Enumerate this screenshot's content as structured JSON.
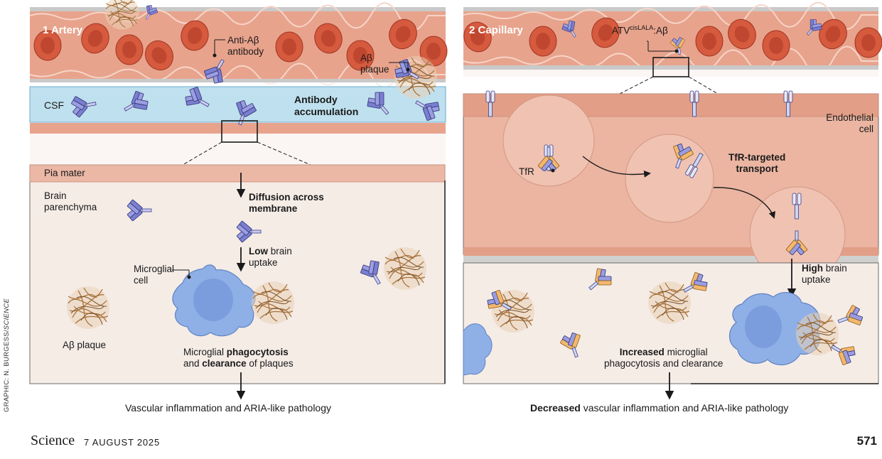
{
  "colors": {
    "vessel": "#e8a38c",
    "vessel_light": "#f3cbbc",
    "rbc": "#d85a40",
    "csf": "#bfe0ee",
    "tissue": "#f5ece6",
    "cell_body": "#f0c2b2",
    "microglia": "#8fb0e6",
    "antibody_purple": "#6e72c8",
    "antibody_orange": "#f0b46a",
    "plaque": "#b88a5c"
  },
  "credit": {
    "prefix": "GRAPHIC: N. BURGESS/",
    "publication": "SCIENCE"
  },
  "artery": {
    "title": "1 Artery",
    "anti_ab_antibody": {
      "line1": "Anti-Aβ",
      "line2": "antibody"
    },
    "ab_plaque_vessel": {
      "line1": "Aβ",
      "line2": "plaque"
    },
    "csf": "CSF",
    "antibody_accumulation": {
      "line1": "Antibody",
      "line2": "accumulation"
    },
    "pia_mater": "Pia mater",
    "brain_parenchyma": {
      "line1": "Brain",
      "line2": "parenchyma"
    },
    "diffusion": {
      "line1": "Diffusion across",
      "line2": "membrane"
    },
    "low_uptake": {
      "bold": "Low",
      "rest": " brain",
      "line2": "uptake"
    },
    "microglial_cell": {
      "line1": "Microglial",
      "line2": "cell"
    },
    "ab_plaque_tissue": "Aβ plaque",
    "phagocytosis": {
      "pre": "Microglial ",
      "bold1": "phagocytosis",
      "line2_pre": "and ",
      "bold2": "clearance",
      "line2_post": " of plaques"
    },
    "outcome": "Vascular inflammation and ARIA-like pathology"
  },
  "capillary": {
    "title": "2 Capillary",
    "atv_label": {
      "base": "ATV",
      "sup": "cisLALA",
      "suffix": ":Aβ"
    },
    "endothelial_cell": {
      "line1": "Endothelial",
      "line2": "cell"
    },
    "tfr": "TfR",
    "tfr_transport": {
      "line1": "TfR-targeted",
      "line2": "transport"
    },
    "high_uptake": {
      "bold": "High",
      "rest": " brain",
      "line2": "uptake"
    },
    "increased": {
      "bold": "Increased",
      "rest": " microglial",
      "line2": "phagocytosis and clearance"
    },
    "outcome": {
      "bold": "Decreased",
      "rest": " vascular inflammation and ARIA-like pathology"
    }
  },
  "footer": {
    "journal": "Science",
    "date": "7 AUGUST 2025",
    "page": "571"
  }
}
